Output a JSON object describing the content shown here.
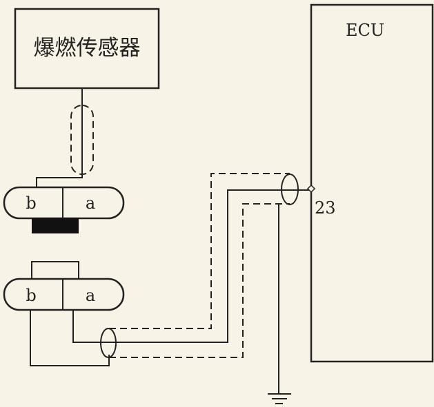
{
  "sensor_box": {
    "label": "爆燃传感器"
  },
  "ecu": {
    "label": "ECU",
    "pin_label": "23"
  },
  "connector_top": {
    "left_pin": "b",
    "right_pin": "a"
  },
  "connector_bottom": {
    "left_pin": "b",
    "right_pin": "a"
  },
  "colors": {
    "background": "#f7f3e6",
    "line": "#222222"
  }
}
